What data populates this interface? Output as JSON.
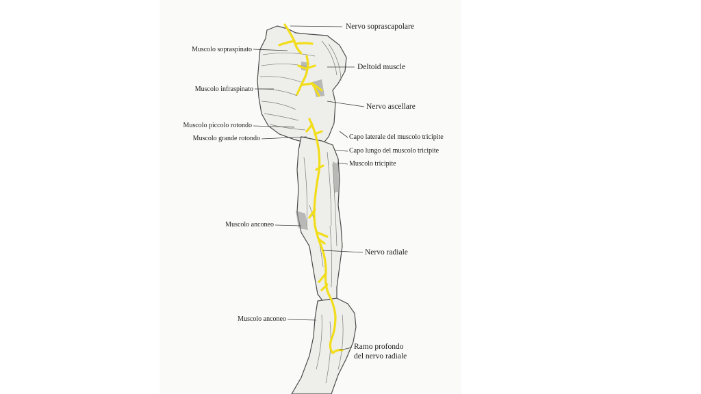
{
  "labels": {
    "nervo_soprascapolare": "Nervo soprascapolare",
    "muscolo_sopraspinato": "Muscolo sopraspinato",
    "deltoid_muscle": "Deltoid muscle",
    "muscolo_infraspinato": "Muscolo infraspinato",
    "nervo_ascellare": "Nervo ascellare",
    "muscolo_piccolo_rotondo": "Muscolo piccolo rotondo",
    "capo_laterale": "Capo laterale del muscolo tricipite",
    "muscolo_grande_rotondo": "Muscolo grande rotondo",
    "capo_lungo": "Capo lungo del muscolo tricipite",
    "muscolo_tricipite": "Muscolo tricipite",
    "muscolo_anconeo_1": "Muscolo anconeo",
    "nervo_radiale": "Nervo radiale",
    "muscolo_anconeo_2": "Muscolo anconeo",
    "ramo_profondo_line1": "Ramo profondo",
    "ramo_profondo_line2": "del nervo radiale"
  },
  "colors": {
    "nerve": "#f2dd1a",
    "ink": "#3a3a3a",
    "background_panel": "#fafaf8"
  }
}
